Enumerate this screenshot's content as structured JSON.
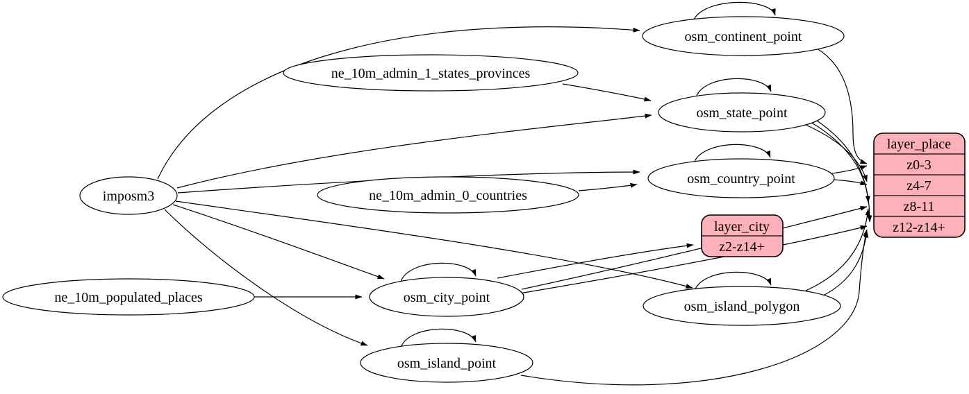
{
  "diagram": {
    "type": "graphviz-dependency-graph",
    "colors": {
      "background": "#ffffff",
      "node_fill": "#ffffff",
      "record_fill": "#ffb1ba",
      "stroke": "#000000"
    },
    "nodes": {
      "imposm3": {
        "label": "imposm3"
      },
      "ne_10m_admin_1_states_provinces": {
        "label": "ne_10m_admin_1_states_provinces"
      },
      "ne_10m_admin_0_countries": {
        "label": "ne_10m_admin_0_countries"
      },
      "ne_10m_populated_places": {
        "label": "ne_10m_populated_places"
      },
      "osm_continent_point": {
        "label": "osm_continent_point"
      },
      "osm_state_point": {
        "label": "osm_state_point"
      },
      "osm_country_point": {
        "label": "osm_country_point"
      },
      "osm_city_point": {
        "label": "osm_city_point"
      },
      "osm_island_polygon": {
        "label": "osm_island_polygon"
      },
      "osm_island_point": {
        "label": "osm_island_point"
      }
    },
    "records": {
      "layer_city": {
        "title": "layer_city",
        "rows": [
          "z2-z14+"
        ]
      },
      "layer_place": {
        "title": "layer_place",
        "rows": [
          "z0-3",
          "z4-7",
          "z8-11",
          "z12-z14+"
        ]
      }
    },
    "edges": [
      {
        "from": "imposm3",
        "to": "osm_continent_point"
      },
      {
        "from": "imposm3",
        "to": "osm_state_point"
      },
      {
        "from": "imposm3",
        "to": "osm_country_point"
      },
      {
        "from": "imposm3",
        "to": "osm_city_point"
      },
      {
        "from": "imposm3",
        "to": "osm_island_polygon"
      },
      {
        "from": "imposm3",
        "to": "osm_island_point"
      },
      {
        "from": "ne_10m_admin_1_states_provinces",
        "to": "osm_state_point"
      },
      {
        "from": "ne_10m_admin_0_countries",
        "to": "osm_country_point"
      },
      {
        "from": "ne_10m_populated_places",
        "to": "osm_city_point"
      },
      {
        "from": "osm_continent_point",
        "to": "osm_continent_point"
      },
      {
        "from": "osm_state_point",
        "to": "osm_state_point"
      },
      {
        "from": "osm_country_point",
        "to": "osm_country_point"
      },
      {
        "from": "osm_city_point",
        "to": "osm_city_point"
      },
      {
        "from": "osm_island_polygon",
        "to": "osm_island_polygon"
      },
      {
        "from": "osm_island_point",
        "to": "osm_island_point"
      },
      {
        "from": "osm_continent_point",
        "to": "layer_place:z0-3"
      },
      {
        "from": "osm_country_point",
        "to": "layer_place:z0-3"
      },
      {
        "from": "osm_country_point",
        "to": "layer_place:z4-7"
      },
      {
        "from": "osm_state_point",
        "to": "layer_place:z4-7"
      },
      {
        "from": "osm_state_point",
        "to": "layer_place:z8-11"
      },
      {
        "from": "osm_state_point",
        "to": "layer_place:z12-z14+"
      },
      {
        "from": "osm_city_point",
        "to": "layer_city:z2-z14+"
      },
      {
        "from": "osm_city_point",
        "to": "layer_place:z8-11"
      },
      {
        "from": "osm_city_point",
        "to": "layer_place:z12-z14+"
      },
      {
        "from": "osm_island_polygon",
        "to": "layer_place:z8-11"
      },
      {
        "from": "osm_island_polygon",
        "to": "layer_place:z12-z14+"
      },
      {
        "from": "osm_island_point",
        "to": "layer_place:z12-z14+"
      }
    ]
  }
}
